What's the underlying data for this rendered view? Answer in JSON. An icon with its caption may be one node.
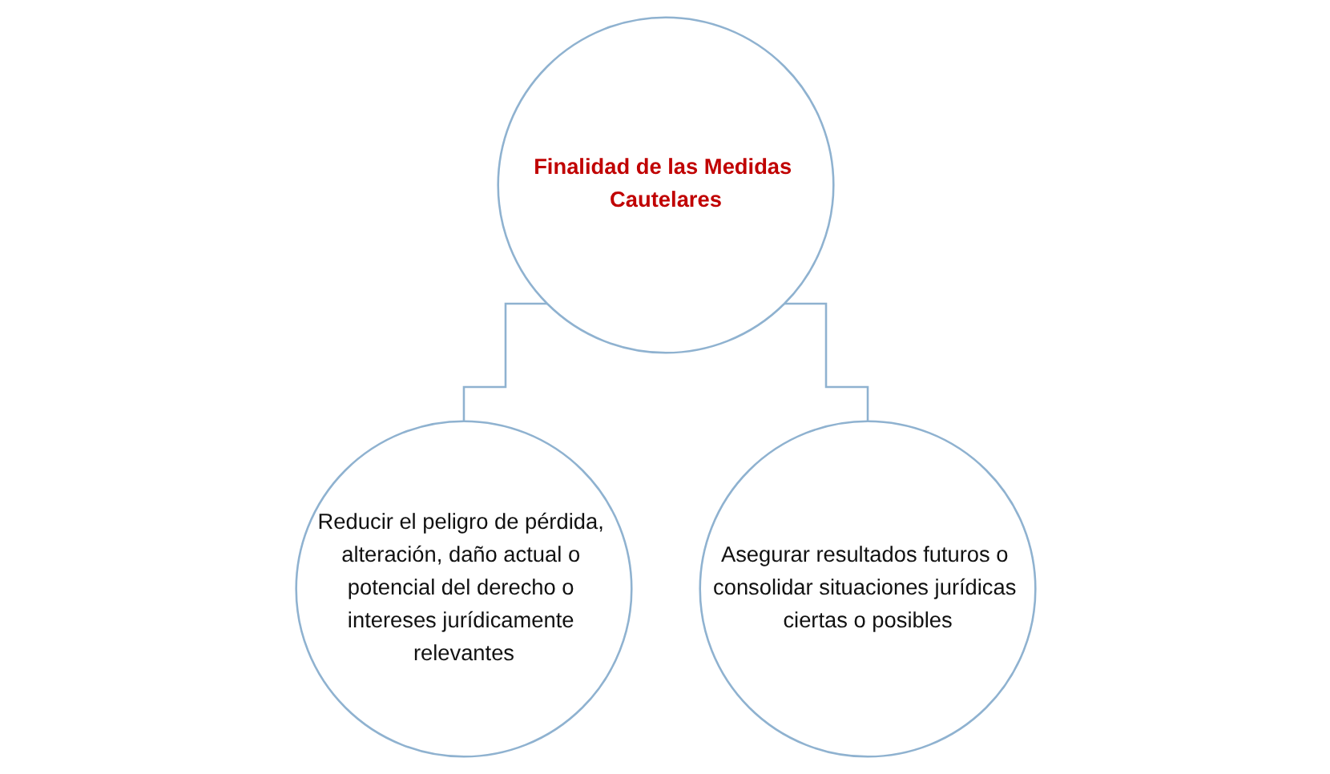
{
  "diagram": {
    "nodes": [
      {
        "text": [
          "Finalidad de las Medidas Cautelares"
        ]
      },
      {
        "text": [
          "Reducir el peligro de pérdida, alteración, daño actual o potencial del derecho o intereses jurídicamente relevantes"
        ]
      },
      {
        "text": [
          "Asegurar resultados futuros o consolidar situaciones jurídicas ciertas o posibles"
        ]
      }
    ],
    "edges": [
      {
        "from": 0,
        "to": 1,
        "arrow": "none"
      },
      {
        "from": 0,
        "to": 2,
        "arrow": "none"
      }
    ]
  }
}
